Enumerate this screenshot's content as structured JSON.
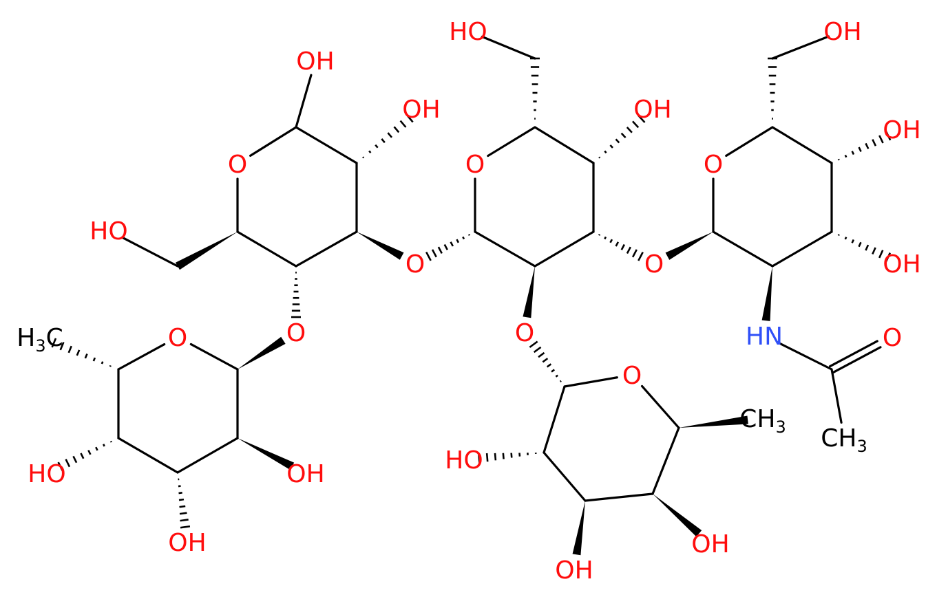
{
  "molecule": {
    "colors": {
      "oxygen": "#ff0d0d",
      "nitrogen": "#3050f8",
      "carbon": "#000000",
      "background": "#ffffff"
    },
    "atom_labels": [
      {
        "id": "a_ho_top_left_anomeric",
        "text": "OH",
        "element": "O"
      },
      {
        "id": "a_ho_ring1_c2",
        "text": "OH",
        "element": "O"
      },
      {
        "id": "a_o_ring1",
        "text": "O",
        "element": "O"
      },
      {
        "id": "a_ho_ring1_ch2",
        "text": "HO",
        "element": "O"
      },
      {
        "id": "a_o_link_1_2",
        "text": "O",
        "element": "O"
      },
      {
        "id": "a_o_link_1_fuc",
        "text": "O",
        "element": "O"
      },
      {
        "id": "a_ch3_fuc_left",
        "text": "H3C",
        "element": "C"
      },
      {
        "id": "a_o_ring_fuc_left",
        "text": "O",
        "element": "O"
      },
      {
        "id": "a_ho_fuc_left_c4",
        "text": "HO",
        "element": "O"
      },
      {
        "id": "a_ho_fuc_left_c3",
        "text": "OH",
        "element": "O"
      },
      {
        "id": "a_ho_fuc_left_c2",
        "text": "OH",
        "element": "O"
      },
      {
        "id": "a_ho_ring2_ch2",
        "text": "HO",
        "element": "O"
      },
      {
        "id": "a_ho_ring2_c4",
        "text": "OH",
        "element": "O"
      },
      {
        "id": "a_o_ring2",
        "text": "O",
        "element": "O"
      },
      {
        "id": "a_o_link_2_3",
        "text": "O",
        "element": "O"
      },
      {
        "id": "a_o_link_2_fuc",
        "text": "O",
        "element": "O"
      },
      {
        "id": "a_o_ring_fuc_mid",
        "text": "O",
        "element": "O"
      },
      {
        "id": "a_ch3_fuc_mid",
        "text": "CH3",
        "element": "C"
      },
      {
        "id": "a_ho_fuc_mid_c2",
        "text": "HO",
        "element": "O"
      },
      {
        "id": "a_ho_fuc_mid_c3",
        "text": "OH",
        "element": "O"
      },
      {
        "id": "a_ho_fuc_mid_c4",
        "text": "OH",
        "element": "O"
      },
      {
        "id": "a_ho_ring3_ch2",
        "text": "OH",
        "element": "O"
      },
      {
        "id": "a_ho_ring3_c4",
        "text": "OH",
        "element": "O"
      },
      {
        "id": "a_o_ring3",
        "text": "O",
        "element": "O"
      },
      {
        "id": "a_ho_ring3_c3",
        "text": "OH",
        "element": "O"
      },
      {
        "id": "a_nh",
        "text": "HN",
        "element": "N"
      },
      {
        "id": "a_o_carbonyl",
        "text": "O",
        "element": "O"
      },
      {
        "id": "a_ch3_acetyl",
        "text": "CH3",
        "element": "C"
      }
    ]
  }
}
